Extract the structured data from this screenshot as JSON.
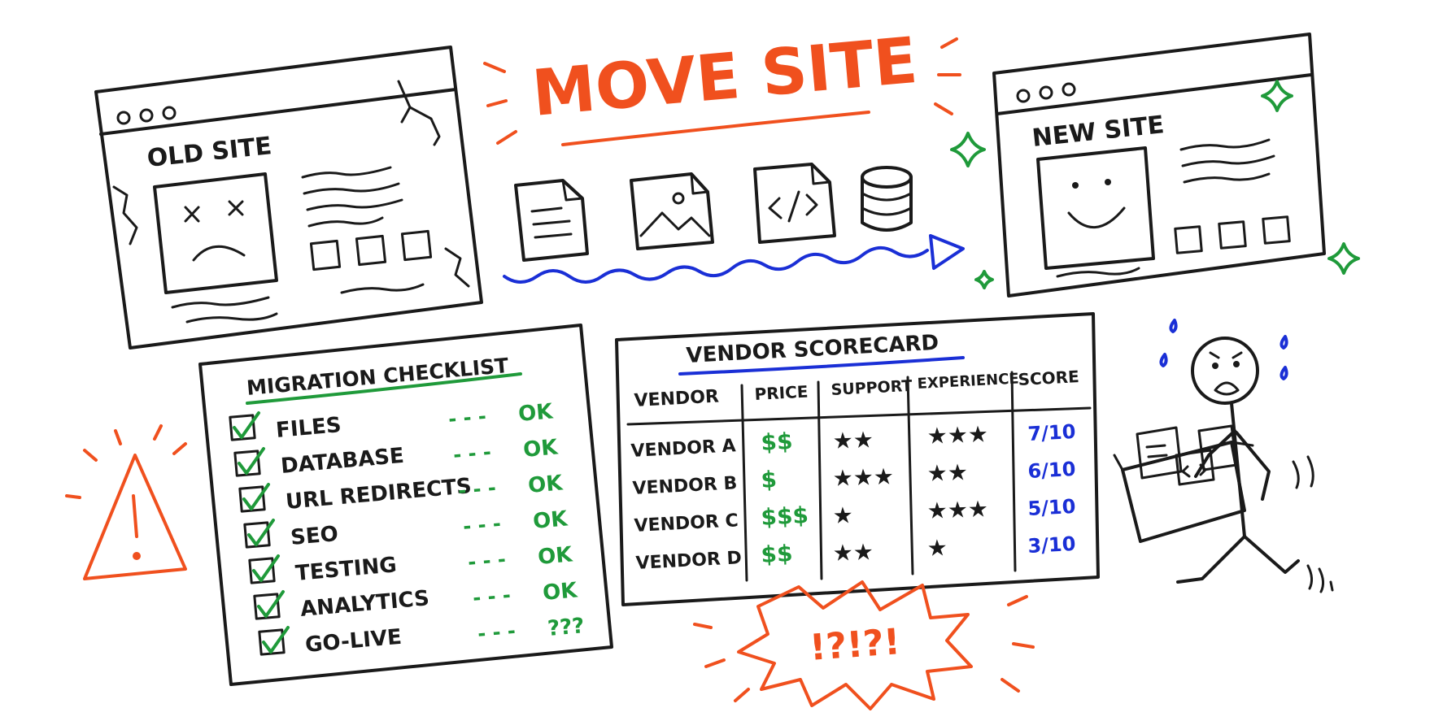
{
  "title": "MOVE SITE",
  "old_site": {
    "label": "OLD SITE"
  },
  "new_site": {
    "label": "NEW SITE"
  },
  "checklist": {
    "title": "MIGRATION CHECKLIST",
    "items": [
      {
        "label": "FILES",
        "dashes": "- - -",
        "status": "OK"
      },
      {
        "label": "DATABASE",
        "dashes": "- - -",
        "status": "OK"
      },
      {
        "label": "URL REDIRECTS",
        "dashes": "- - -",
        "status": "OK"
      },
      {
        "label": "SEO",
        "dashes": "- - -",
        "status": "OK"
      },
      {
        "label": "TESTING",
        "dashes": "- - -",
        "status": "OK"
      },
      {
        "label": "ANALYTICS",
        "dashes": "- - -",
        "status": "OK"
      },
      {
        "label": "GO-LIVE",
        "dashes": "- - -",
        "status": "???"
      }
    ]
  },
  "scorecard": {
    "title": "VENDOR SCORECARD",
    "headers": [
      "VENDOR",
      "PRICE",
      "SUPPORT",
      "EXPERIENCE",
      "SCORE"
    ],
    "rows": [
      {
        "vendor": "VENDOR A",
        "price": "$$",
        "support": "★★",
        "experience": "★★★",
        "score": "7/10"
      },
      {
        "vendor": "VENDOR B",
        "price": "$",
        "support": "★★★",
        "experience": "★★",
        "score": "6/10"
      },
      {
        "vendor": "VENDOR C",
        "price": "$$$",
        "support": "★",
        "experience": "★★★",
        "score": "5/10"
      },
      {
        "vendor": "VENDOR D",
        "price": "$$",
        "support": "★★",
        "experience": "★",
        "score": "3/10"
      }
    ]
  },
  "burst": {
    "text": "!?!?!"
  },
  "colors": {
    "accent": "#f0501e",
    "ok": "#1f9a3a",
    "score": "#1a2fd6",
    "ink": "#1a1a1a"
  },
  "icons": [
    "document-icon",
    "image-icon",
    "code-file-icon",
    "database-icon",
    "arrow-right-icon",
    "warning-icon",
    "sparkle-icon",
    "sad-face-icon",
    "smile-face-icon",
    "checkbox-icon",
    "stick-figure-icon"
  ]
}
